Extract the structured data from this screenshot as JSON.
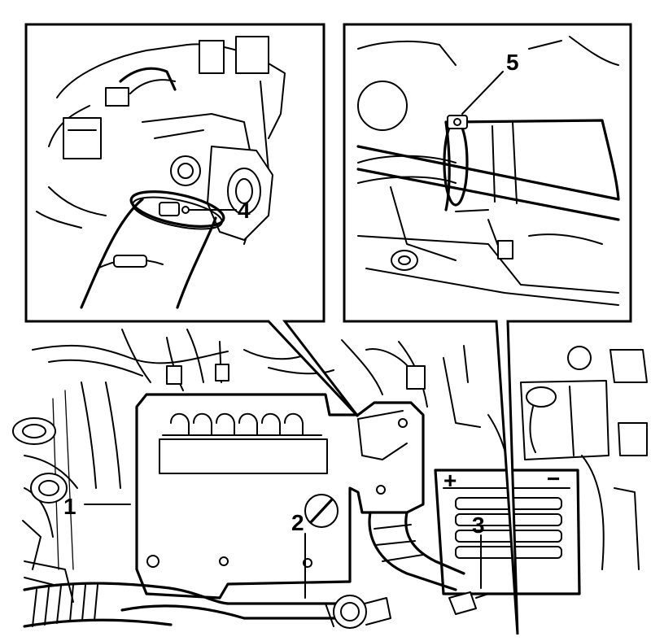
{
  "callouts": {
    "c1": "1",
    "c2": "2",
    "c3": "3",
    "c4": "4",
    "c5": "5"
  },
  "symbols": {
    "battery_plus": "+",
    "battery_minus": "−"
  }
}
